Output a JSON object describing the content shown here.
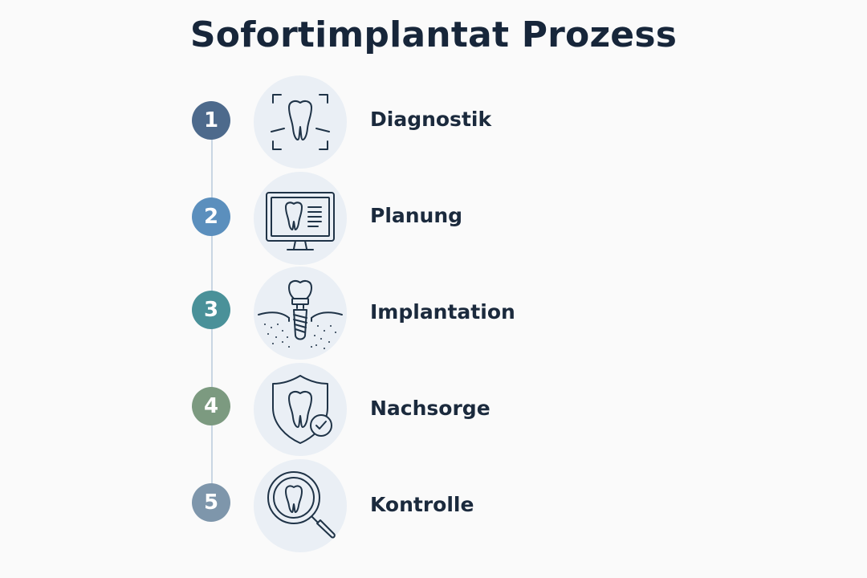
{
  "title": "Sofortimplantat Prozess",
  "steps": [
    {
      "number": "1",
      "label": "Diagnostik",
      "icon": "tooth-scan-icon",
      "color": "#4d6a8c"
    },
    {
      "number": "2",
      "label": "Planung",
      "icon": "monitor-tooth-icon",
      "color": "#5b8fbd"
    },
    {
      "number": "3",
      "label": "Implantation",
      "icon": "dental-implant-icon",
      "color": "#4a9199"
    },
    {
      "number": "4",
      "label": "Nachsorge",
      "icon": "shield-tooth-check-icon",
      "color": "#7c9a80"
    },
    {
      "number": "5",
      "label": "Kontrolle",
      "icon": "magnifier-tooth-icon",
      "color": "#7e96ab"
    }
  ]
}
